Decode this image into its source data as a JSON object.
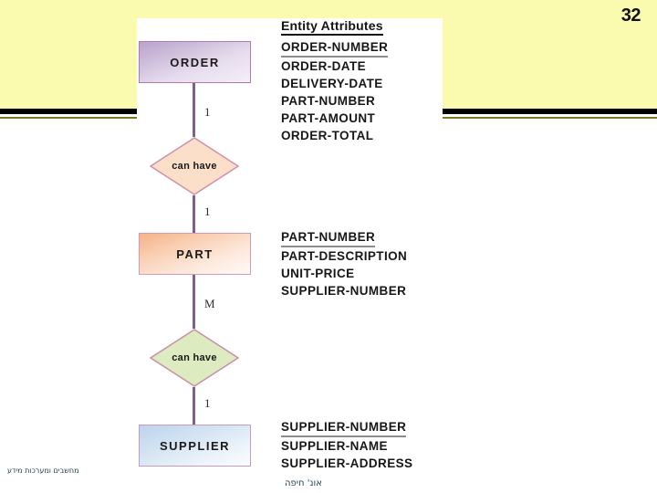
{
  "slide": {
    "page_number": "32",
    "banner_color": "#fbfbb0",
    "divider_color": "#000000",
    "divider_accent_color": "#7a7a1f"
  },
  "diagram": {
    "attributes_header": "Entity Attributes",
    "entities": [
      {
        "name": "ORDER",
        "fill_color": "#cbbad8",
        "border_color": "#b07ab0",
        "attributes": [
          {
            "label": "ORDER-NUMBER",
            "primary_key": true
          },
          {
            "label": "ORDER-DATE",
            "primary_key": false
          },
          {
            "label": "DELIVERY-DATE",
            "primary_key": false
          },
          {
            "label": "PART-NUMBER",
            "primary_key": false
          },
          {
            "label": "PART-AMOUNT",
            "primary_key": false
          },
          {
            "label": "ORDER-TOTAL",
            "primary_key": false
          }
        ]
      },
      {
        "name": "PART",
        "fill_color": "#f9cdb0",
        "border_color": "#d49ab8",
        "attributes": [
          {
            "label": "PART-NUMBER",
            "primary_key": true
          },
          {
            "label": "PART-DESCRIPTION",
            "primary_key": false
          },
          {
            "label": "UNIT-PRICE",
            "primary_key": false
          },
          {
            "label": "SUPPLIER-NUMBER",
            "primary_key": false
          }
        ]
      },
      {
        "name": "SUPPLIER",
        "fill_color": "#d2e2f2",
        "border_color": "#c79ac0",
        "attributes": [
          {
            "label": "SUPPLIER-NUMBER",
            "primary_key": true
          },
          {
            "label": "SUPPLIER-NAME",
            "primary_key": false
          },
          {
            "label": "SUPPLIER-ADDRESS",
            "primary_key": false
          }
        ]
      }
    ],
    "relationships": [
      {
        "label": "can have",
        "fill_color": "#fbdfc9",
        "border_color": "#d08fa8"
      },
      {
        "label": "can have",
        "fill_color": "#dcecc0",
        "border_color": "#c98ea6"
      }
    ],
    "cardinalities": [
      "1",
      "1",
      "M",
      "1"
    ],
    "connector_color": "#7d5f93"
  },
  "footer": {
    "left_text": "מחשבים ומערכות מידע",
    "center_text": "אונ' חיפה"
  }
}
